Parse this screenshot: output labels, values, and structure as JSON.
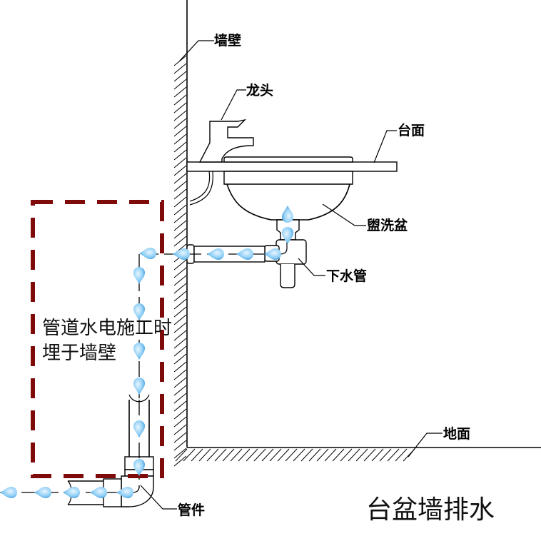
{
  "title": "台盆墙排水",
  "note_lines": [
    "管道水电施工时",
    "埋于墙壁"
  ],
  "labels": {
    "wall": "墙壁",
    "faucet": "龙头",
    "countertop": "台面",
    "basin": "盥洗盆",
    "drain_pipe": "下水管",
    "floor": "地面",
    "fitting": "管件"
  },
  "colors": {
    "dashed_box": "#7f0a0a",
    "water_drop": "#4aa3e0",
    "line": "#000000"
  },
  "icons": {
    "water_drop": "water-drop-icon"
  }
}
